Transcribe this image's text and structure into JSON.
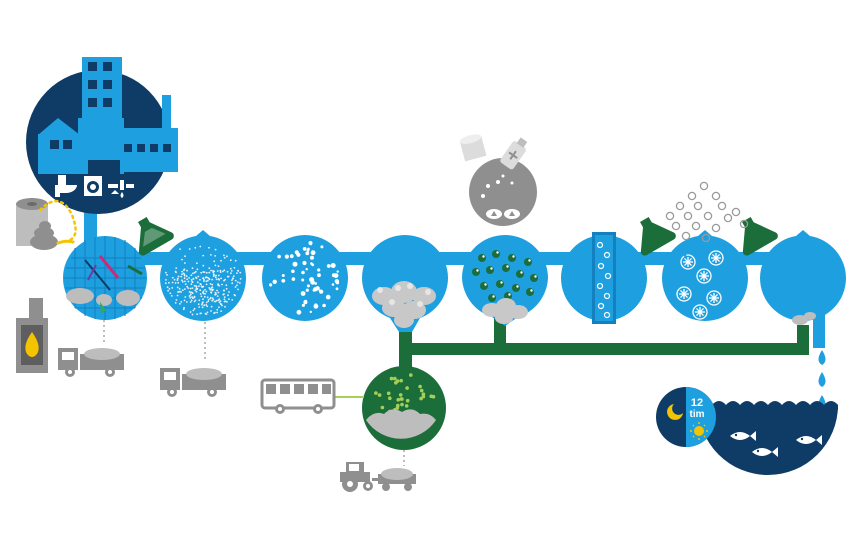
{
  "colors": {
    "primary_blue": "#1ea0e0",
    "dark_navy": "#0e3c66",
    "sludge_green": "#1b6e3a",
    "grey": "#8f8f8f",
    "light_grey": "#bdbdbd",
    "yellow": "#f5c400",
    "white": "#ffffff"
  },
  "icons": [
    "factory-icon",
    "toilet-icon",
    "washing-machine-icon",
    "water-tap-icon",
    "toilet-paper-icon",
    "excrement-icon",
    "stove-icon",
    "fire-icon",
    "truck-icon",
    "bus-icon",
    "tractor-icon",
    "chemical-flask-icon",
    "chemical-bottle-icon",
    "moon-icon",
    "sun-icon",
    "fish-icon",
    "water-drop-icon"
  ],
  "stages": [
    {
      "name": "screening"
    },
    {
      "name": "sand-trap"
    },
    {
      "name": "pre-sedimentation"
    },
    {
      "name": "activated-sludge"
    },
    {
      "name": "flocculation"
    },
    {
      "name": "aeration"
    },
    {
      "name": "chemical-treatment"
    },
    {
      "name": "final-sedimentation"
    }
  ],
  "clock": {
    "value": "12",
    "unit": "tim"
  }
}
